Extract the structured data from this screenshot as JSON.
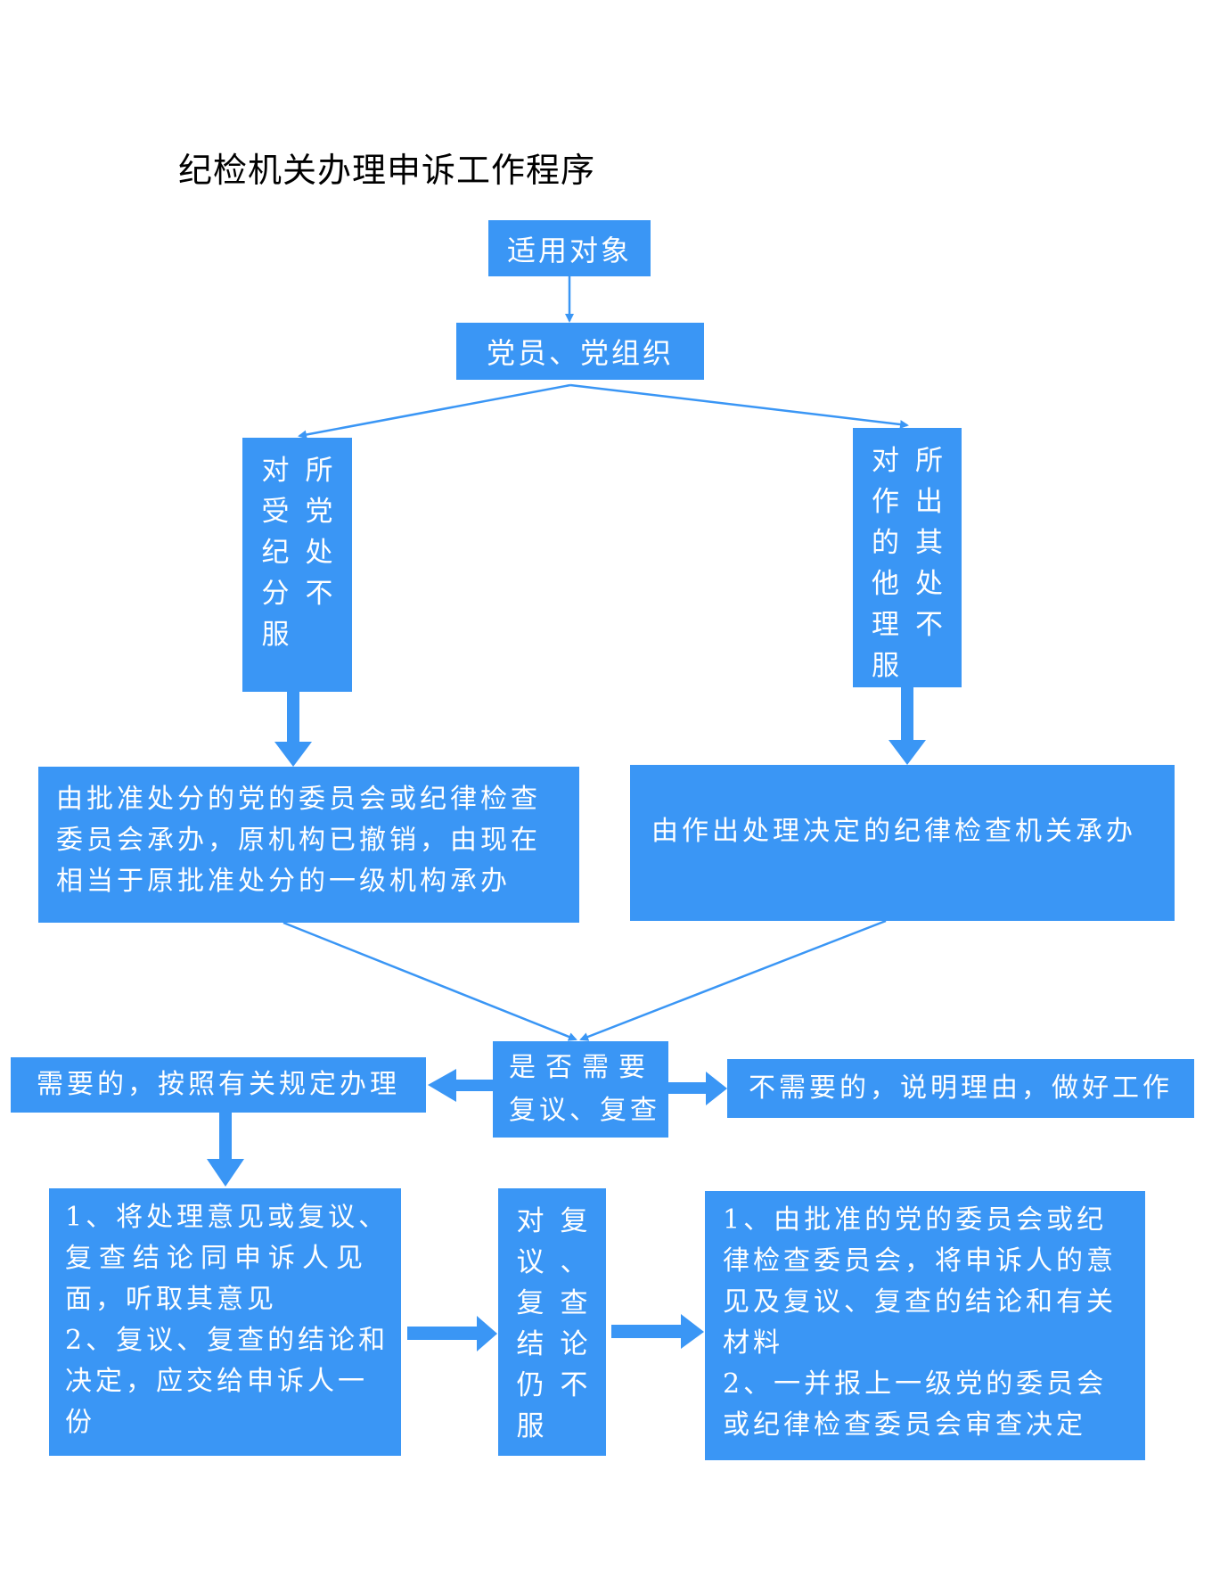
{
  "title": "纪检机关办理申诉工作程序",
  "colors": {
    "box_fill": "#3a96f5",
    "text": "#ffffff",
    "connector": "#3a96f5",
    "title": "#000000"
  },
  "nodes": {
    "applicable_objects": "适用对象",
    "members": "党员、党组织",
    "left_branch": {
      "columns": [
        "对受纪分服",
        "所党处不"
      ]
    },
    "right_branch": {
      "columns": [
        "对作的他理服",
        "所出其处不"
      ]
    },
    "left_handler": [
      "由批准处分的党的委员会或纪律检查",
      "委员会承办，原机构已撤销，由现在",
      "相当于原批准处分的一级机构承办"
    ],
    "right_handler": "由作出处理决定的纪律检查机关承办",
    "decision": [
      "是否需要",
      "复议、复查"
    ],
    "needed": "需要的，按照有关规定办理",
    "not_needed": "不需要的，说明理由，做好工作",
    "procedure": [
      "1、将处理意见或复议、",
      "复查结论同申诉人见",
      "面，听取其意见",
      "2、复议、复查的结论和",
      "决定，应交给申诉人一",
      "份"
    ],
    "still_unsatisfied": {
      "columns": [
        "对议复结仍服",
        "复、查论不"
      ]
    },
    "escalation": [
      "1、由批准的党的委员会或纪",
      "律检查委员会，将申诉人的意",
      "见及复议、复查的结论和有关",
      "材料",
      "2、一并报上一级党的委员会",
      "或纪律检查委员会审查决定"
    ]
  }
}
